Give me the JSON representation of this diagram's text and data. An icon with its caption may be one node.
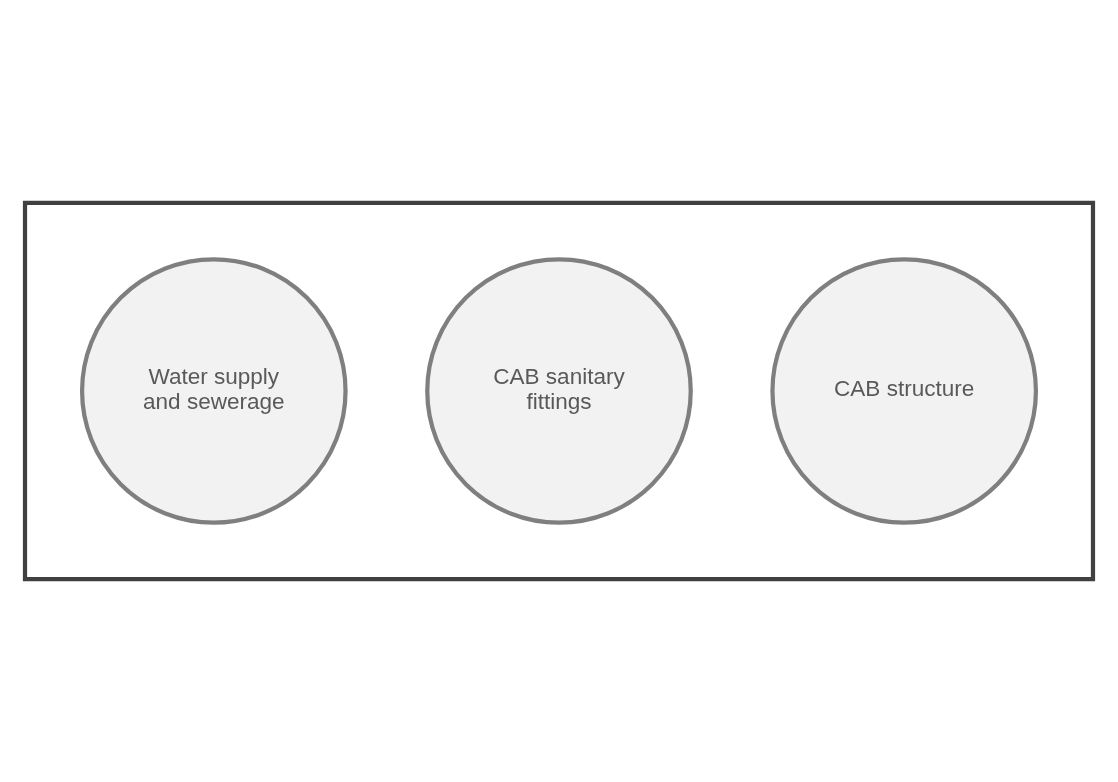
{
  "diagram": {
    "nodes": [
      {
        "text": [],
        "shape": "box"
      },
      {
        "text": [
          "Water supply and sewerage"
        ],
        "in": 0
      },
      {
        "text": [
          "CAB sanitary fittings"
        ],
        "in": 0
      },
      {
        "text": [
          "CAB structure"
        ],
        "in": 0
      }
    ]
  }
}
